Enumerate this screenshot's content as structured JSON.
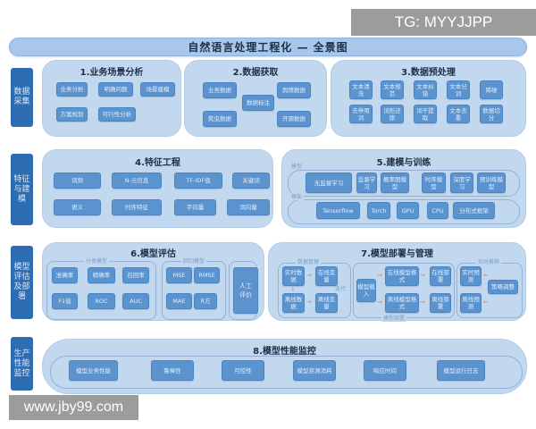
{
  "watermarks": {
    "top_right": "TG: MYYJJPP",
    "bottom_left": "www.jby99.com"
  },
  "title": "自然语言处理工程化 — 全景图",
  "colors": {
    "title_bar": "#a8c7ea",
    "side_label": "#2f6db3",
    "panel": "#c2d8ef",
    "chip": "#5b93cf",
    "arrow": "#d9807c"
  },
  "stages": [
    {
      "label": "数据采集"
    },
    {
      "label": "特征与建模"
    },
    {
      "label": "模型评估及部署"
    },
    {
      "label": "生产性能监控"
    }
  ],
  "panels": {
    "p1": {
      "title": "1.业务场景分析",
      "items": [
        "业务分析",
        "明确问题",
        "场景建模",
        "方案规划",
        "可行性分析"
      ]
    },
    "p2": {
      "title": "2.数据获取",
      "items": [
        "业务数据",
        "数据标注",
        "舆情数据",
        "爬虫数据",
        "开源数据"
      ]
    },
    "p3": {
      "title": "3.数据预处理",
      "items": [
        "文本清洗",
        "文本规范",
        "文本纠错",
        "文本分词",
        "降噪",
        "去停用词",
        "词形还原",
        "词干提取",
        "文本去重",
        "数据切分"
      ]
    },
    "p4": {
      "title": "4.特征工程",
      "items": [
        "词频",
        "N-元信息",
        "TF-IDF值",
        "关键词",
        "语义",
        "时序特征",
        "字向量",
        "词向量"
      ]
    },
    "p5": {
      "title": "5.建模与训练",
      "lane1_label": "模型",
      "lane2_label": "框架",
      "models": [
        "无监督学习",
        "监督学习",
        "概率图模型",
        "时序模型",
        "深度学习",
        "预训练模型"
      ],
      "frameworks": [
        "Tensorflow",
        "Torch",
        "GPU",
        "CPU",
        "分布式框架"
      ]
    },
    "p6": {
      "title": "6.模型评估",
      "group1_label": "分类模型",
      "group2_label": "回归模型",
      "classification": [
        "准确率",
        "精确率",
        "召回率",
        "F1值",
        "ROC",
        "AUC"
      ],
      "regression": [
        "MSE",
        "RMSE",
        "MAE",
        "R方"
      ],
      "manual": "人工评价"
    },
    "p7": {
      "title": "7.模型部署与管理",
      "group1_label": "数据管理",
      "group2_label": "模型部署",
      "group3_label": "实时推荐",
      "sub_label": "迭代",
      "data": [
        "实时数据",
        "在线变量",
        "离线数据",
        "离线变量"
      ],
      "load": "模型载入",
      "formats": [
        "在线模型格式",
        "离线模型格式"
      ],
      "deploy": [
        "在线部署",
        "离线部署"
      ],
      "predict": [
        "实时预测",
        "离线预测"
      ],
      "strategy": "策略调整"
    },
    "p8": {
      "title": "8.模型性能监控",
      "items": [
        "模型业务性能",
        "鲁棒性",
        "可控性",
        "模型资源消耗",
        "响应时间",
        "模型运行日志"
      ]
    }
  }
}
